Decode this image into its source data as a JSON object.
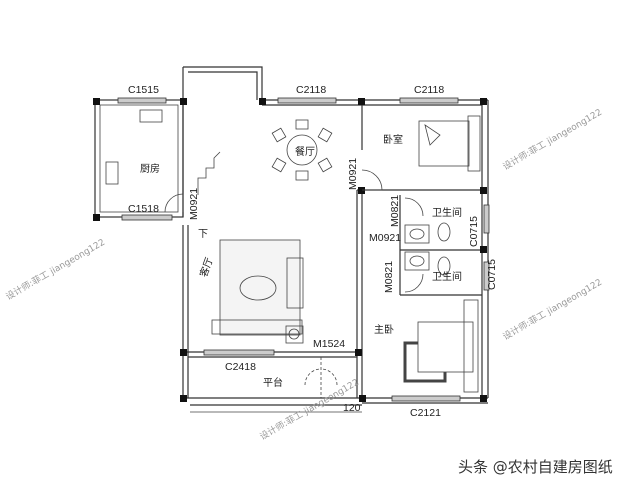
{
  "rooms": {
    "kitchen": "厨房",
    "dining": "餐厅",
    "bedroom": "卧室",
    "bathroom_1": "卫生间",
    "bathroom_2": "卫生间",
    "living": "客厅",
    "master_bedroom": "主卧",
    "terrace": "平台"
  },
  "openings": {
    "c1515": "C1515",
    "c2118_a": "C2118",
    "c2118_b": "C2118",
    "c1518": "C1518",
    "m0921_stair": "M0921",
    "m0921_bedroom": "M0921",
    "m0821_a": "M0821",
    "m0921_hall": "M0921",
    "m0821_b": "M0821",
    "c0715_a": "C0715",
    "c0715_b": "C0715",
    "c2418": "C2418",
    "m1524": "M1524",
    "c2121": "C2121"
  },
  "dimension": "120",
  "stair_mark": "下",
  "watermarks": [
    "设计师:菲工 jiangeong122",
    "设计师:菲工 jiangeong122",
    "设计师:菲工 jiangeong122",
    "设计师:菲工 jiangeong122"
  ],
  "brand": "头条 @农村自建房图纸"
}
